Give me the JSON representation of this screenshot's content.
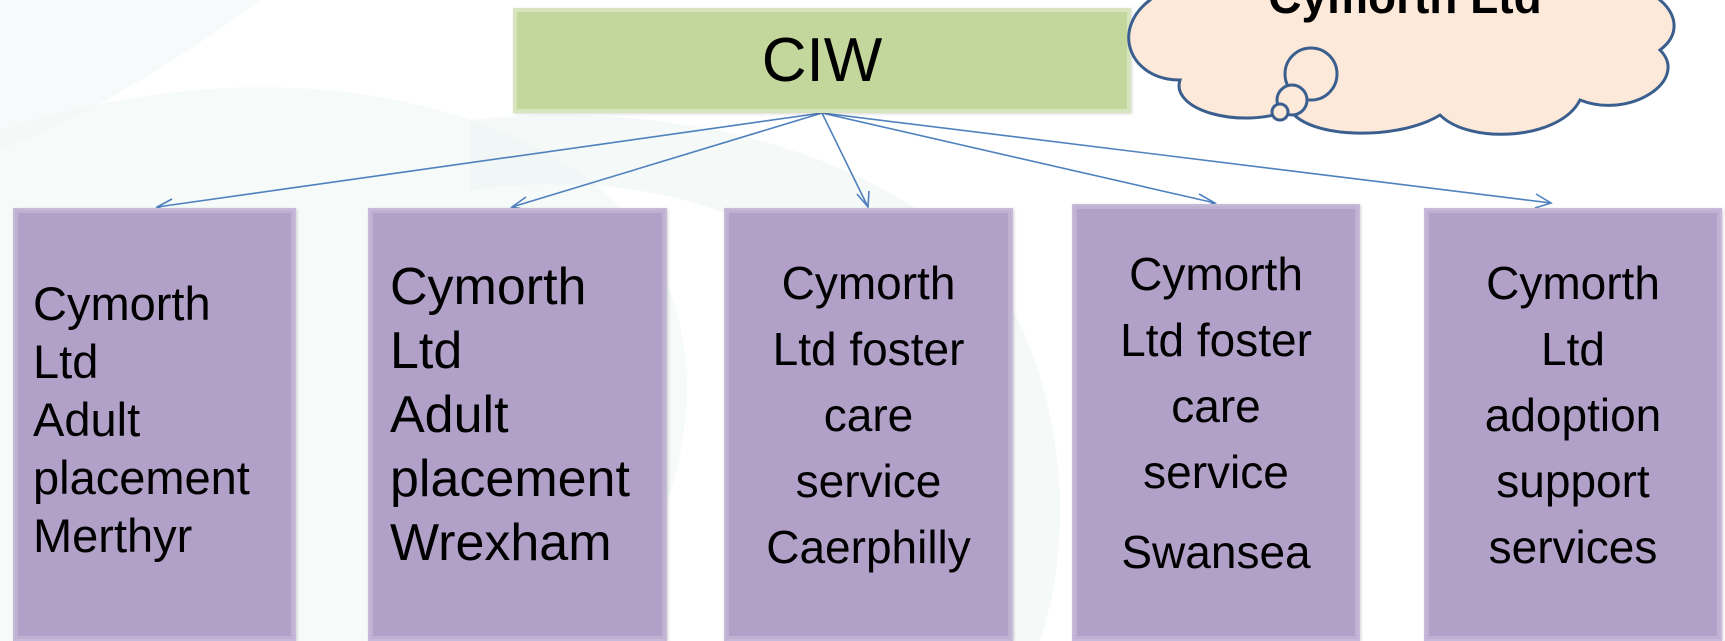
{
  "diagram": {
    "root": {
      "label": "CIW"
    },
    "children": [
      {
        "lines": [
          "Cymorth",
          "Ltd",
          "Adult",
          "placement",
          "Merthyr"
        ]
      },
      {
        "lines": [
          "Cymorth",
          "Ltd",
          "Adult",
          "placement",
          "Wrexham"
        ]
      },
      {
        "lines": [
          "Cymorth",
          "Ltd foster",
          "care",
          "service",
          "Caerphilly"
        ]
      },
      {
        "lines": [
          "Cymorth",
          "Ltd foster",
          "care",
          "service",
          "Swansea"
        ]
      },
      {
        "lines": [
          "Cymorth",
          "Ltd",
          "adoption",
          "support",
          "services"
        ]
      }
    ],
    "callout": {
      "text": "Cymorth Ltd"
    }
  },
  "colors": {
    "root_fill": "#c3d69b",
    "child_fill": "#b1a0c7",
    "connector": "#4f81bd",
    "callout_fill": "#fde9d9",
    "callout_stroke": "#3a5f8f"
  }
}
